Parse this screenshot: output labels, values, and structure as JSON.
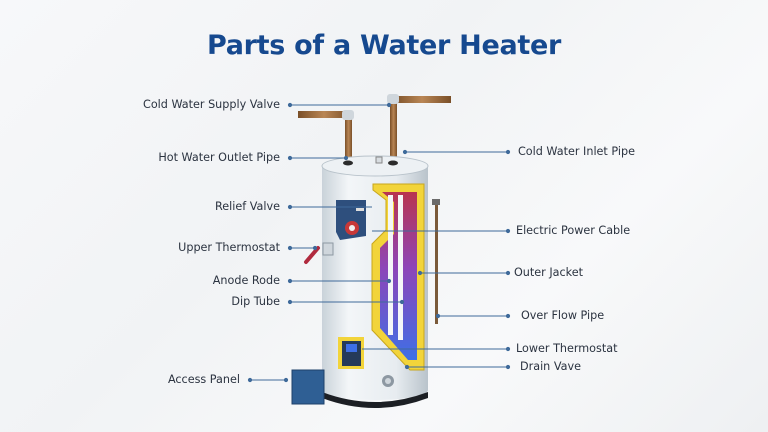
{
  "title": "Parts of a Water Heater",
  "colors": {
    "title": "#16498f",
    "leader_line": "#3f6a9a",
    "label_text": "#2b3340",
    "tank_body": "#e9eef2",
    "outer_jacket": "#f2d43a",
    "tank_interior_top": "#b8344f",
    "tank_interior_bottom": "#3e6fe6",
    "pipe_copper": "#9a6a3a",
    "access_panel": "#2f5f94"
  },
  "labels_left": [
    {
      "id": "cold-water-supply-valve",
      "text": "Cold Water Supply Valve"
    },
    {
      "id": "hot-water-outlet-pipe",
      "text": "Hot Water Outlet Pipe"
    },
    {
      "id": "relief-valve",
      "text": "Relief Valve"
    },
    {
      "id": "upper-thermostat",
      "text": "Upper Thermostat"
    },
    {
      "id": "anode-rode",
      "text": "Anode Rode"
    },
    {
      "id": "dip-tube",
      "text": "Dip Tube"
    },
    {
      "id": "access-panel",
      "text": "Access Panel"
    }
  ],
  "labels_right": [
    {
      "id": "cold-water-inlet-pipe",
      "text": "Cold Water Inlet Pipe"
    },
    {
      "id": "electric-power-cable",
      "text": "Electric Power Cable"
    },
    {
      "id": "outer-jacket",
      "text": "Outer Jacket"
    },
    {
      "id": "over-flow-pipe",
      "text": "Over Flow Pipe"
    },
    {
      "id": "lower-thermostat",
      "text": "Lower Thermostat"
    },
    {
      "id": "drain-vave",
      "text": "Drain Vave"
    }
  ]
}
